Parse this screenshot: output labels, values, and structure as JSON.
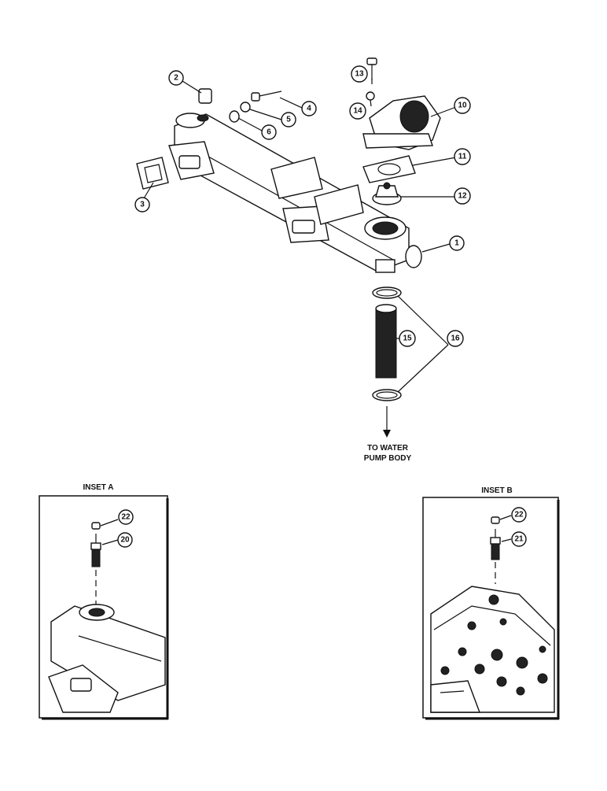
{
  "callouts": [
    {
      "id": "c1",
      "text": "1"
    },
    {
      "id": "c2",
      "text": "2"
    },
    {
      "id": "c3",
      "text": "3"
    },
    {
      "id": "c4",
      "text": "4"
    },
    {
      "id": "c5",
      "text": "5"
    },
    {
      "id": "c6",
      "text": "6"
    },
    {
      "id": "c10",
      "text": "10"
    },
    {
      "id": "c11",
      "text": "11"
    },
    {
      "id": "c12",
      "text": "12"
    },
    {
      "id": "c13",
      "text": "13"
    },
    {
      "id": "c14",
      "text": "14"
    },
    {
      "id": "c15",
      "text": "15"
    },
    {
      "id": "c16",
      "text": "16"
    },
    {
      "id": "c20",
      "text": "20"
    },
    {
      "id": "c21",
      "text": "21"
    },
    {
      "id": "c22a",
      "text": "22"
    },
    {
      "id": "c22b",
      "text": "22"
    }
  ],
  "flow_label": {
    "line1": "TO WATER",
    "line2": "PUMP BODY"
  },
  "insets": {
    "a_title": "INSET A",
    "b_title": "INSET B"
  }
}
